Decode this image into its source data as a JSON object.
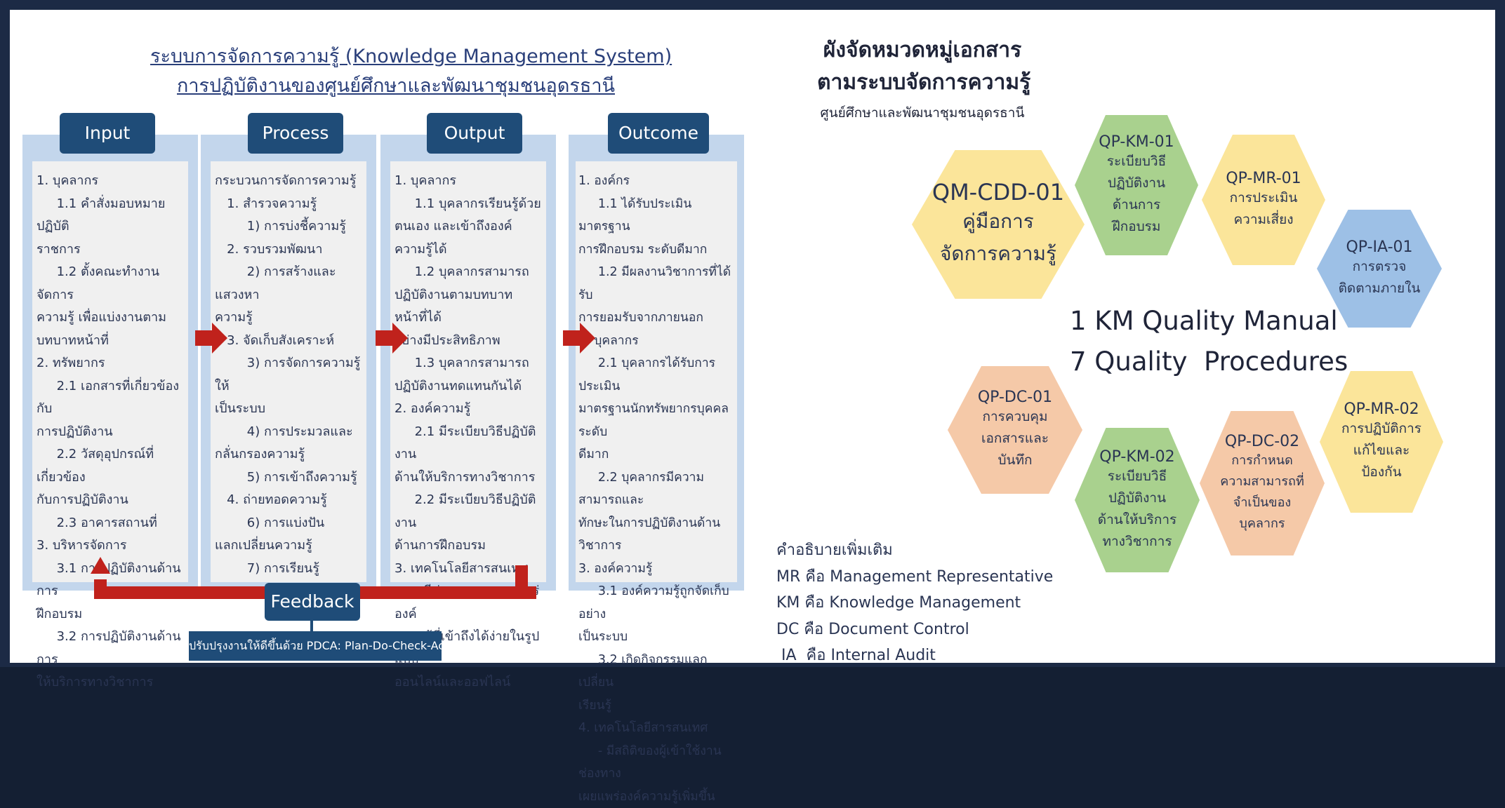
{
  "left": {
    "title_line1": "ระบบการจัดการความรู้ (Knowledge Management System)",
    "title_line2": "การปฏิบัติงานของศูนย์ศึกษาและพัฒนาชุมชนอุดรธานี",
    "columns": [
      {
        "header": "Input",
        "text": "1. บุคลากร\n     1.1 คำสั่งมอบหมายปฏิบัติ\nราชการ\n     1.2 ตั้งคณะทำงานจัดการ\nความรู้ เพื่อแบ่งงานตาม\nบทบาทหน้าที่\n2. ทรัพยากร\n     2.1 เอกสารที่เกี่ยวข้องกับ\nการปฏิบัติงาน\n     2.2 วัสดุอุปกรณ์ที่เกี่ยวข้อง\nกับการปฏิบัติงาน\n     2.3 อาคารสถานที่\n3. บริหารจัดการ\n     3.1 การปฏิบัติงานด้านการ\nฝึกอบรม\n     3.2 การปฏิบัติงานด้านการ\nให้บริการทางวิชาการ"
      },
      {
        "header": "Process",
        "text": "กระบวนการจัดการความรู้\n   1. สำรวจความรู้\n        1) การบ่งชี้ความรู้\n   2. รวบรวมพัฒนา\n        2) การสร้างและแสวงหา\nความรู้\n   3. จัดเก็บสังเคราะห์\n        3) การจัดการความรู้ให้\nเป็นระบบ\n        4) การประมวลและ\nกลั่นกรองความรู้\n        5) การเข้าถึงความรู้\n   4. ถ่ายทอดความรู้\n        6) การแบ่งปัน\nแลกเปลี่ยนความรู้\n        7) การเรียนรู้"
      },
      {
        "header": "Output",
        "text": "1. บุคลากร\n     1.1 บุคลากรเรียนรู้ด้วย\nตนเอง และเข้าถึงองค์ความรู้ได้\n     1.2 บุคลากรสามารถ\nปฏิบัติงานตามบทบาทหน้าที่ได้\nอย่างมีประสิทธิภาพ\n     1.3 บุคลากรสามารถ\nปฏิบัติงานทดแทนกันได้\n2. องค์ความรู้\n     2.1 มีระเบียบวิธีปฏิบัติงาน\nด้านให้บริการทางวิชาการ\n     2.2 มีระเบียบวิธีปฏิบัติงาน\nด้านการฝึกอบรม\n3. เทคโนโลยีสารสนเทศ\n     - มีช่องทางการเผยแพร่องค์\nความรู้ที่เข้าถึงได้ง่ายในรูปแบบ\nออนไลน์และออฟไลน์"
      },
      {
        "header": "Outcome",
        "text": "1. องค์กร\n     1.1 ได้รับประเมินมาตรฐาน\nการฝึกอบรม ระดับดีมาก\n     1.2 มีผลงานวิชาการที่ได้รับ\nการยอมรับจากภายนอก\n2. บุคลากร\n     2.1 บุคลากรได้รับการประเมิน\nมาตรฐานนักทรัพยากรบุคคล ระดับ\nดีมาก\n     2.2 บุคลากรมีความสามารถและ\nทักษะในการปฏิบัติงานด้านวิชาการ\n3. องค์ความรู้\n     3.1 องค์ความรู้ถูกจัดเก็บอย่าง\nเป็นระบบ\n     3.2 เกิดกิจกรรมแลกเปลี่ยน\nเรียนรู้\n4. เทคโนโลยีสารสนเทศ\n     - มีสถิติของผู้เข้าใช้งานช่องทาง\nเผยแพร่องค์ความรู้เพิ่มขึ้น"
      }
    ],
    "feedback_label": "Feedback",
    "pdca_label": "ปรับปรุงงานให้ดีขึ้นด้วย PDCA: Plan-Do-Check-Act"
  },
  "right": {
    "title_line1": "ผังจัดหมวดหมู่เอกสาร",
    "title_line2": "ตามระบบจัดการความรู้",
    "subtitle": "ศูนย์ศึกษาและพัฒนาชุมชนอุดรธานี",
    "center_line1": "1 KM Quality Manual",
    "center_line2": "7 Quality  Procedures",
    "hexagons": [
      {
        "code": "QM-CDD-01",
        "name": "คู่มือการ\nจัดการความรู้",
        "color": "#fbe59a"
      },
      {
        "code": "QP-KM-01",
        "name": "ระเบียบวิธี\nปฏิบัติงาน\nด้านการ\nฝึกอบรม",
        "color": "#a9d18e"
      },
      {
        "code": "QP-MR-01",
        "name": "การประเมิน\nความเสี่ยง",
        "color": "#fbe59a"
      },
      {
        "code": "QP-IA-01",
        "name": "การตรวจ\nติดตามภายใน",
        "color": "#9dc0e6"
      },
      {
        "code": "QP-DC-01",
        "name": "การควบคุม\nเอกสารและ\nบันทึก",
        "color": "#f5c9a8"
      },
      {
        "code": "QP-KM-02",
        "name": "ระเบียบวิธี\nปฏิบัติงาน\nด้านให้บริการ\nทางวิชาการ",
        "color": "#a9d18e"
      },
      {
        "code": "QP-DC-02",
        "name": "การกำหนด\nความสามารถที่\nจำเป็นของ\nบุคลากร",
        "color": "#f5c9a8"
      },
      {
        "code": "QP-MR-02",
        "name": "การปฏิบัติการ\nแก้ไขและ\nป้องกัน",
        "color": "#fbe59a"
      }
    ],
    "legend": [
      "คำอธิบายเพิ่มเติม",
      "MR คือ Management Representative",
      "KM คือ Knowledge Management",
      "DC คือ Document Control",
      " IA  คือ Internal Audit"
    ]
  }
}
